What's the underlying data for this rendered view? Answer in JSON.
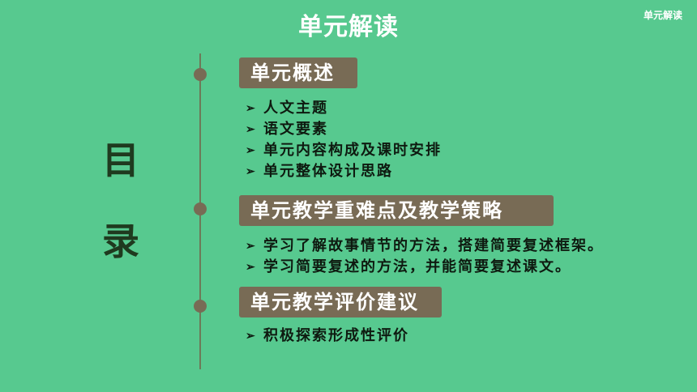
{
  "header": {
    "title": "单元解读",
    "corner_tag": "单元解读"
  },
  "toc": {
    "char1": "目",
    "char2": "录"
  },
  "sections": [
    {
      "heading": "单元概述",
      "items": [
        "人文主题",
        "语文要素",
        "单元内容构成及课时安排",
        "单元整体设计思路"
      ]
    },
    {
      "heading": "单元教学重难点及教学策略",
      "items": [
        "学习了解故事情节的方法，搭建简要复述框架。",
        "学习简要复述的方法，并能简要复述课文。"
      ]
    },
    {
      "heading": "单元教学评价建议",
      "items": [
        "积极探索形成性评价"
      ]
    }
  ],
  "colors": {
    "background": "#57c98f",
    "pill": "#786b55",
    "timeline": "#6d7a58"
  },
  "icons": {
    "bullet": "arrow-bullet-icon"
  }
}
